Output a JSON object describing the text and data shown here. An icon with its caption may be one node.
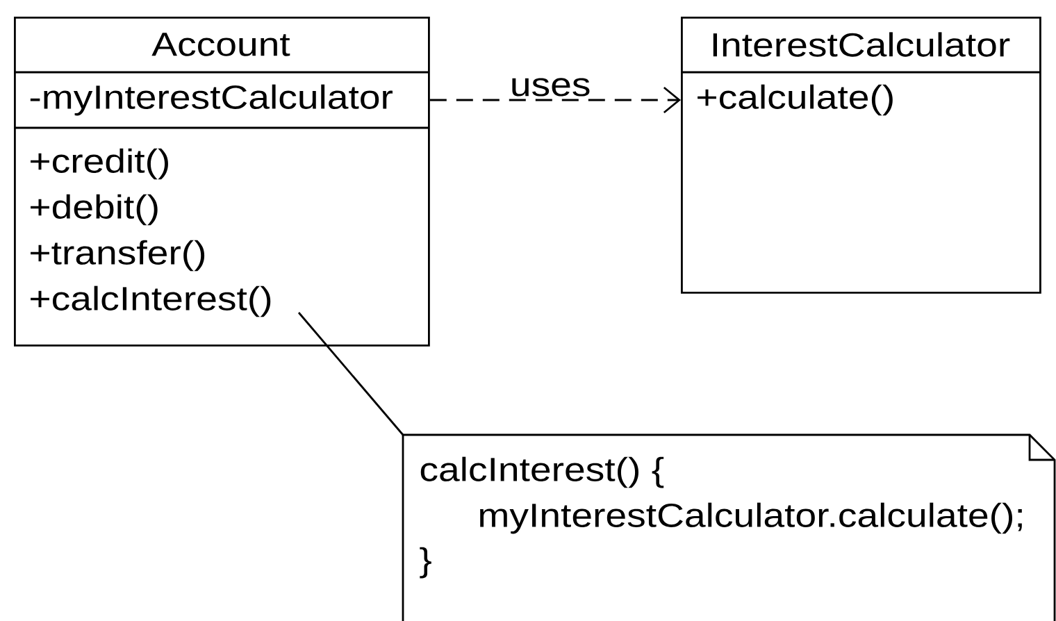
{
  "diagram": {
    "nodes": [
      {
        "text": [
          "Account",
          "-myInterestCalculator",
          "+credit()",
          "+debit()",
          "+transfer()",
          "+calcInterest()"
        ]
      },
      {
        "text": [
          "InterestCalculator",
          "+calculate()"
        ]
      },
      {
        "text": [
          "calcInterest() {",
          "myInterestCalculator.calculate();",
          "}"
        ]
      }
    ],
    "edges": [
      {
        "from": 0,
        "to": 1,
        "arrow": "to",
        "label": "uses",
        "style": "dashed"
      },
      {
        "from": 0,
        "to": 2,
        "arrow": "none"
      }
    ]
  }
}
